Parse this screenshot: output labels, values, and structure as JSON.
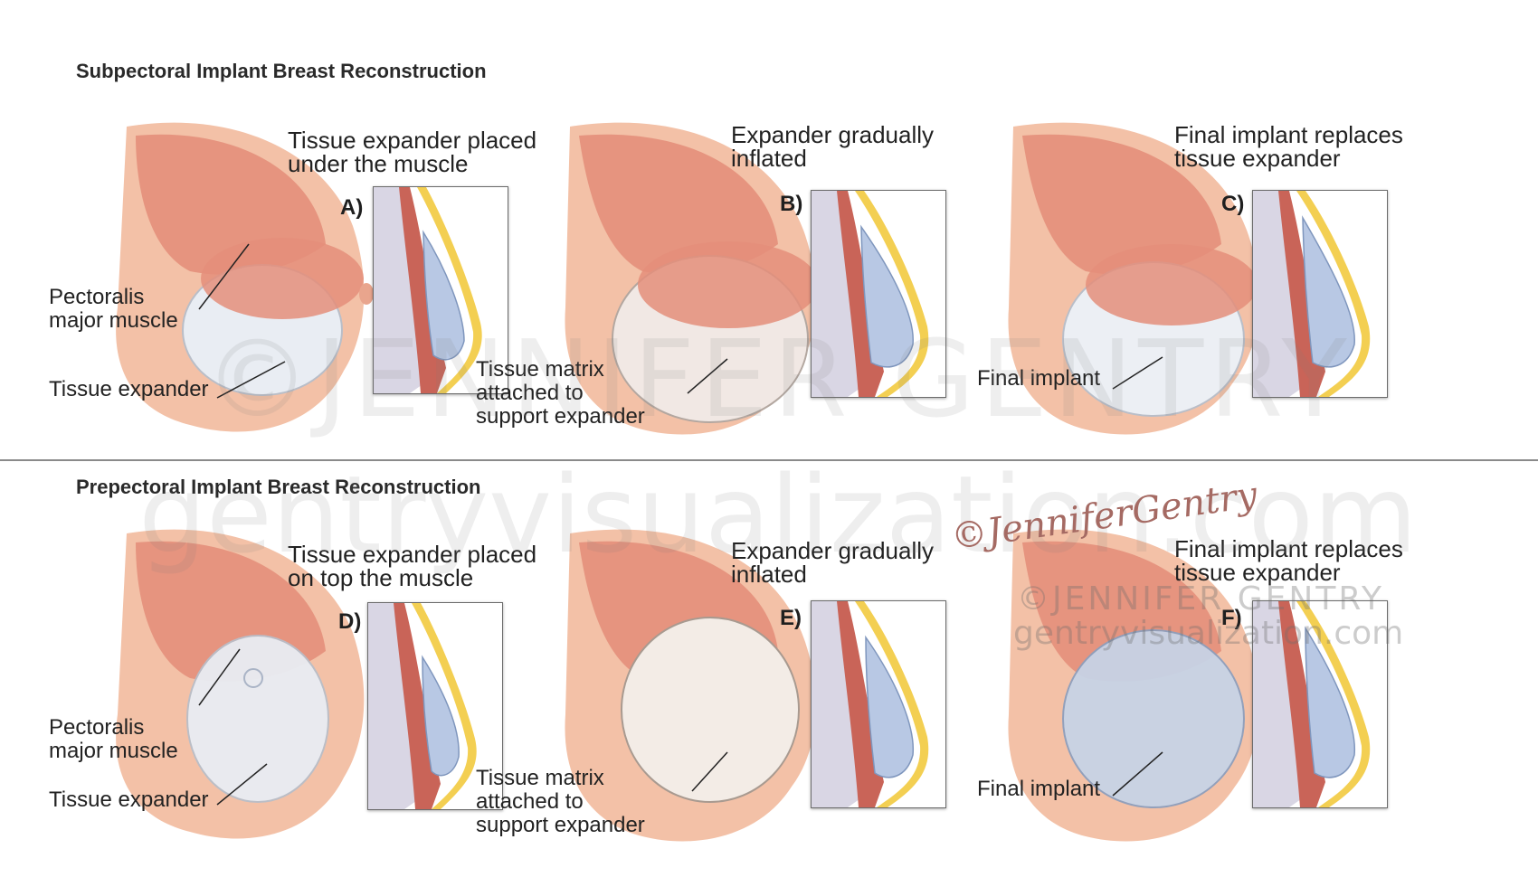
{
  "sections": [
    {
      "title": "Subpectoral Implant Breast Reconstruction",
      "panels": [
        {
          "letter": "A)",
          "caption": [
            "Tissue expander placed",
            "under the muscle"
          ],
          "labels": [
            [
              "Pectoralis",
              "major muscle"
            ],
            [
              "Tissue expander"
            ]
          ]
        },
        {
          "letter": "B)",
          "caption": [
            "Expander gradually",
            "inflated"
          ],
          "labels": [
            [
              "Tissue matrix",
              "attached to",
              "support expander"
            ]
          ]
        },
        {
          "letter": "C)",
          "caption": [
            "Final implant replaces",
            "tissue expander"
          ],
          "labels": [
            [
              "Final implant"
            ]
          ]
        }
      ]
    },
    {
      "title": "Prepectoral Implant Breast Reconstruction",
      "panels": [
        {
          "letter": "D)",
          "caption": [
            "Tissue expander placed",
            "on top the muscle"
          ],
          "labels": [
            [
              "Pectoralis",
              "major muscle"
            ],
            [
              "Tissue expander"
            ]
          ]
        },
        {
          "letter": "E)",
          "caption": [
            "Expander gradually",
            "inflated"
          ],
          "labels": [
            [
              "Tissue matrix",
              "attached to",
              "support expander"
            ]
          ]
        },
        {
          "letter": "F)",
          "caption": [
            "Final implant replaces",
            "tissue expander"
          ],
          "labels": [
            [
              "Final implant"
            ]
          ]
        }
      ]
    }
  ],
  "watermark": {
    "large_line1": "©JENNIFER GENTRY",
    "large_line2": "gentryvisualization.com",
    "small_line1": "©JENNIFER GENTRY",
    "small_line2": "gentryvisualization.com",
    "signature": "©JenniferGentry"
  },
  "colors": {
    "skin": "#f2b79a",
    "muscle": "#e07f6e",
    "expander": "#e8ecf3",
    "implant": "#b8c8e4",
    "fat": "#f3cf52"
  }
}
